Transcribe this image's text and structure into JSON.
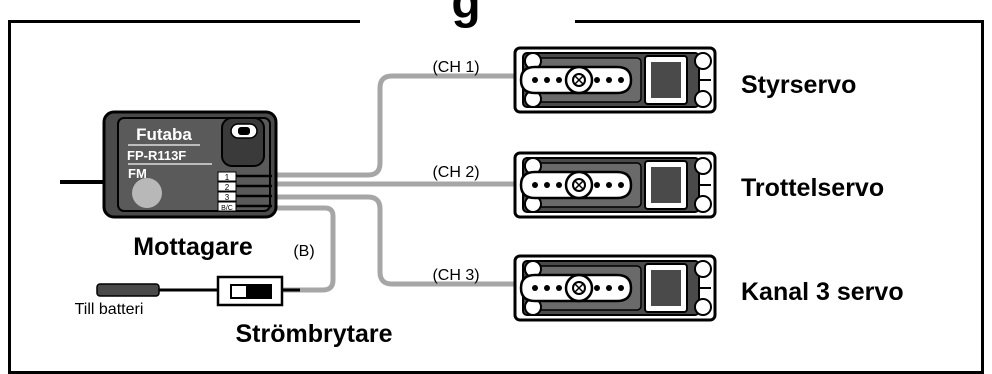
{
  "title_fragment": "g",
  "receiver": {
    "brand": "Futaba",
    "model": "FP-R113F",
    "band": "FM",
    "ports": [
      "1",
      "2",
      "3",
      "B/C"
    ],
    "label": "Mottagare"
  },
  "channels": [
    {
      "tag": "(CH 1)",
      "servo_label": "Styrservo"
    },
    {
      "tag": "(CH 2)",
      "servo_label": "Trottelservo"
    },
    {
      "tag": "(CH 3)",
      "servo_label": "Kanal 3 servo"
    }
  ],
  "battery_port_tag": "(B)",
  "switch_label": "Strömbrytare",
  "battery_label": "Till batteri",
  "colors": {
    "cable": "#a6a6a6",
    "body": "#4a4a4a",
    "outline": "#000000"
  }
}
